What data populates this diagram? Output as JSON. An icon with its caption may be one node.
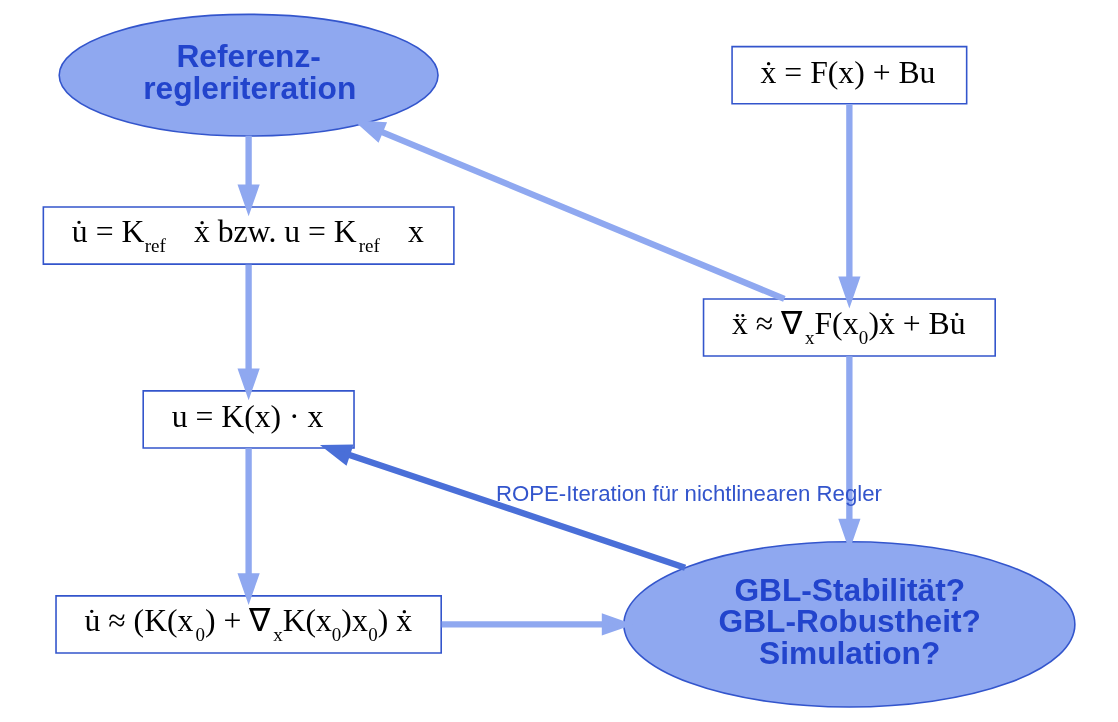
{
  "diagram": {
    "nodes": [
      {
        "text": [
          "ẋ = F(x) + Bu"
        ]
      },
      {
        "text": [
          "ẍ ≈ ∇$_{x}$F(x$_{0}$)ẋ + Bu̇"
        ]
      },
      {
        "text": [
          "Referenz- regleriteration"
        ]
      },
      {
        "text": [
          "u̇ = K$_{ref}$ ẋ bzw. u = K$_{ref}$ x"
        ]
      },
      {
        "text": [
          "u = K(x) · x"
        ]
      },
      {
        "text": [
          "u̇ ≈ (K(x$_{0}$) + ∇$_{x}$K(x$_{0}$)x$_{0}$) ẋ"
        ]
      },
      {
        "text": [
          "GBL-Stabilität? GBL-Robustheit? Simulation?"
        ]
      }
    ],
    "edges": [
      {
        "from": 0,
        "to": 1,
        "arrow": "to"
      },
      {
        "from": 1,
        "to": 2,
        "arrow": "to"
      },
      {
        "from": 2,
        "to": 3,
        "arrow": "to"
      },
      {
        "from": 3,
        "to": 4,
        "arrow": "to"
      },
      {
        "from": 4,
        "to": 5,
        "arrow": "to"
      },
      {
        "from": 5,
        "to": 6,
        "arrow": "to"
      },
      {
        "from": 1,
        "to": 6,
        "arrow": "to"
      },
      {
        "from": 6,
        "to": 4,
        "arrow": "to",
        "label": "ROPE-Iteration für nichtlinearen Regler",
        "color": "#4a6fd8"
      }
    ]
  }
}
